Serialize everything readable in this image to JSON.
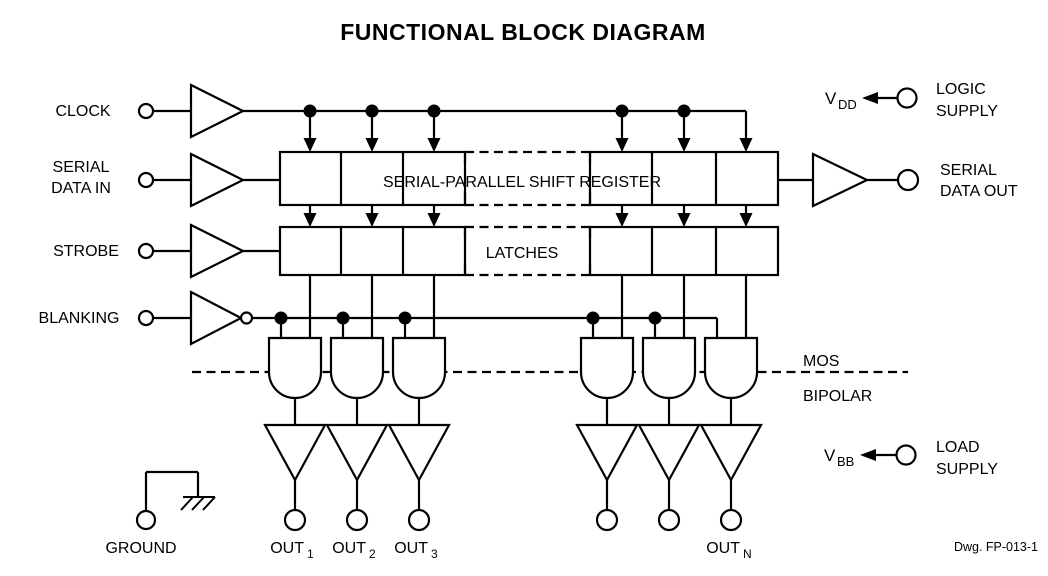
{
  "title": "FUNCTIONAL BLOCK DIAGRAM",
  "inputs": {
    "clock": "CLOCK",
    "serial_data_in_line1": "SERIAL",
    "serial_data_in_line2": "DATA IN",
    "strobe": "STROBE",
    "blanking": "BLANKING"
  },
  "blocks": {
    "shift_register": "SERIAL-PARALLEL SHIFT REGISTER",
    "latches": "LATCHES"
  },
  "technology": {
    "mos": "MOS",
    "bipolar": "BIPOLAR"
  },
  "supplies": {
    "vdd_base": "V",
    "vdd_sub": "DD",
    "logic_line1": "LOGIC",
    "logic_line2": "SUPPLY",
    "vbb_base": "V",
    "vbb_sub": "BB",
    "load_line1": "LOAD",
    "load_line2": "SUPPLY"
  },
  "serial_out": {
    "line1": "SERIAL",
    "line2": "DATA OUT"
  },
  "ground_label": "GROUND",
  "outputs": {
    "base": "OUT",
    "subs": [
      "1",
      "2",
      "3",
      "N"
    ]
  },
  "drawing_note": "Dwg. FP-013-1",
  "colors": {
    "line": "#000000",
    "background": "#ffffff"
  }
}
